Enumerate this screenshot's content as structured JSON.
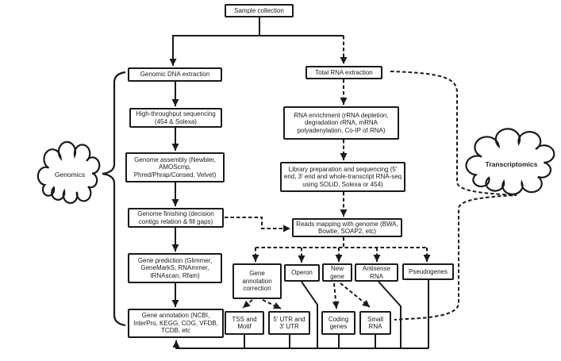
{
  "diagram": {
    "nodes": {
      "sample_collection": "Sample collection",
      "genomic_dna_extraction": "Genomic DNA extraction",
      "high_throughput_sequencing": "High-throughput sequencing (454 & Solexa)",
      "genome_assembly": "Genome assembly (Newbler, AMOScmp, Phred/Phrap/Consed, Velvet)",
      "genome_finishing": "Genome finishing (decision contigs relation & fill gaps)",
      "gene_prediction": "Gene prediction (Glimmer, GeneMarkS, RNAmmer, tRNAscan, Rfam)",
      "gene_annotation": "Gene annotation (NCBI, InterPro, KEGG, COG, VFDB, TCDB, etc",
      "total_rna_extraction": "Total RNA extraction",
      "rna_enrichment": "RNA enrichment (rRNA depletion, degradation rRNA, mRNA polyadenylation, Co-IP of RNA)",
      "library_preparation": "Library preparation and sequencing (5′ end, 3′ end and whole-transcript RNA-seq using SOLiD, Solexa or 454)",
      "reads_mapping": "Reads mapping with genome (BWA, Bowtie, SOAP2, etc)",
      "gene_annotation_correction": "Gene annotation correction",
      "operon": "Operon",
      "new_gene": "New gene",
      "antisense_rna": "Antisense RNA",
      "pseudogenes": "Pseudogenes",
      "tss_and_motif": "TSS and Motif",
      "utr": "5′ UTR and 3′ UTR",
      "coding_genes": "Coding genes",
      "small_rna": "Small RNA"
    },
    "clouds": {
      "genomics": "Genomics",
      "transcriptomics": "Transcriptomics"
    },
    "colors": {
      "line": "#1a1a1a",
      "box_background": "#ffffff"
    }
  }
}
